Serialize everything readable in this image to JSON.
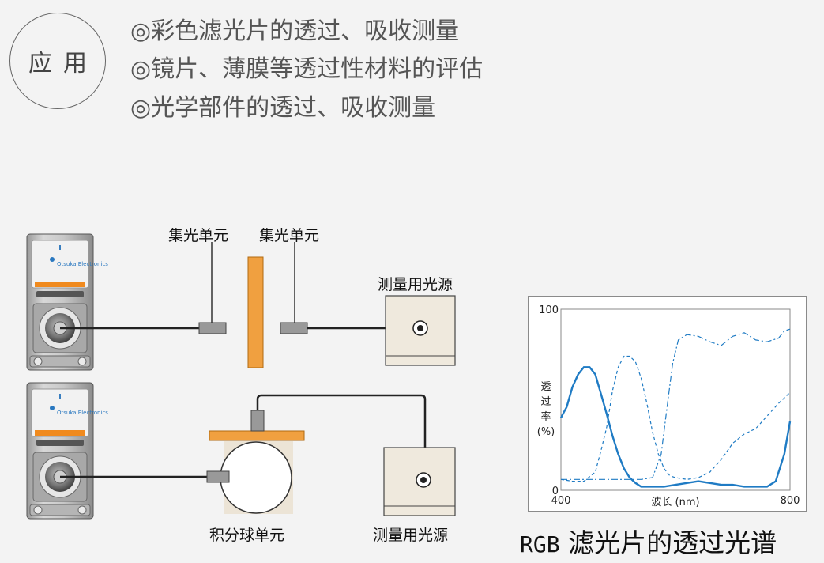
{
  "applications": {
    "badge": "应用",
    "items": [
      "◎彩色滤光片的透过、吸收测量",
      "◎镜片、薄膜等透过性材料的评估",
      "◎光学部件的透过、吸收测量"
    ]
  },
  "diagram": {
    "labels": {
      "condenser_left": "集光单元",
      "condenser_right": "集光单元",
      "light_source_top": "测量用光源",
      "light_source_bottom": "测量用光源",
      "integrating_sphere": "积分球单元"
    },
    "device_brand": "Otsuka Electronics"
  },
  "colors": {
    "sample_orange": "#f0a040",
    "device_stripe": "#f08a1e",
    "curve_blue": "#1f7bc4"
  },
  "chart_data": {
    "type": "line",
    "xlabel": "波长 (nm)",
    "ylabel": "透过率 (%)",
    "xlim": [
      400,
      800
    ],
    "ylim": [
      0,
      100
    ],
    "x_ticks": [
      "400",
      "800"
    ],
    "y_ticks": [
      "0",
      "100"
    ],
    "grid": false,
    "caption_latin": "RGB",
    "caption": "滤光片的透过光谱",
    "series": [
      {
        "style": "solid",
        "points": [
          [
            400,
            40
          ],
          [
            405,
            43
          ],
          [
            410,
            46
          ],
          [
            420,
            57
          ],
          [
            430,
            64
          ],
          [
            440,
            68
          ],
          [
            450,
            68
          ],
          [
            460,
            64
          ],
          [
            470,
            53
          ],
          [
            480,
            42
          ],
          [
            490,
            30
          ],
          [
            500,
            20
          ],
          [
            510,
            12
          ],
          [
            520,
            7
          ],
          [
            530,
            4
          ],
          [
            540,
            2
          ],
          [
            560,
            2
          ],
          [
            580,
            2
          ],
          [
            600,
            3
          ],
          [
            620,
            4
          ],
          [
            640,
            5
          ],
          [
            660,
            4
          ],
          [
            680,
            3
          ],
          [
            700,
            3
          ],
          [
            720,
            2
          ],
          [
            740,
            2
          ],
          [
            760,
            2
          ],
          [
            775,
            5
          ],
          [
            790,
            20
          ],
          [
            800,
            38
          ]
        ]
      },
      {
        "style": "dashed",
        "points": [
          [
            400,
            6
          ],
          [
            420,
            5
          ],
          [
            440,
            5
          ],
          [
            460,
            10
          ],
          [
            470,
            22
          ],
          [
            480,
            35
          ],
          [
            490,
            55
          ],
          [
            500,
            68
          ],
          [
            510,
            74
          ],
          [
            520,
            74
          ],
          [
            530,
            71
          ],
          [
            540,
            62
          ],
          [
            550,
            48
          ],
          [
            560,
            32
          ],
          [
            570,
            20
          ],
          [
            580,
            12
          ],
          [
            590,
            8
          ],
          [
            600,
            7
          ],
          [
            620,
            6
          ],
          [
            640,
            7
          ],
          [
            660,
            10
          ],
          [
            680,
            17
          ],
          [
            700,
            26
          ],
          [
            720,
            31
          ],
          [
            740,
            34
          ],
          [
            760,
            41
          ],
          [
            780,
            48
          ],
          [
            800,
            54
          ]
        ]
      },
      {
        "style": "dashdot",
        "points": [
          [
            400,
            6
          ],
          [
            440,
            6
          ],
          [
            480,
            6
          ],
          [
            520,
            6
          ],
          [
            540,
            6
          ],
          [
            560,
            7
          ],
          [
            575,
            20
          ],
          [
            585,
            45
          ],
          [
            595,
            70
          ],
          [
            605,
            83
          ],
          [
            620,
            86
          ],
          [
            640,
            85
          ],
          [
            660,
            82
          ],
          [
            680,
            80
          ],
          [
            700,
            85
          ],
          [
            720,
            87
          ],
          [
            740,
            83
          ],
          [
            760,
            82
          ],
          [
            780,
            84
          ],
          [
            790,
            88
          ],
          [
            800,
            89
          ]
        ]
      }
    ]
  }
}
